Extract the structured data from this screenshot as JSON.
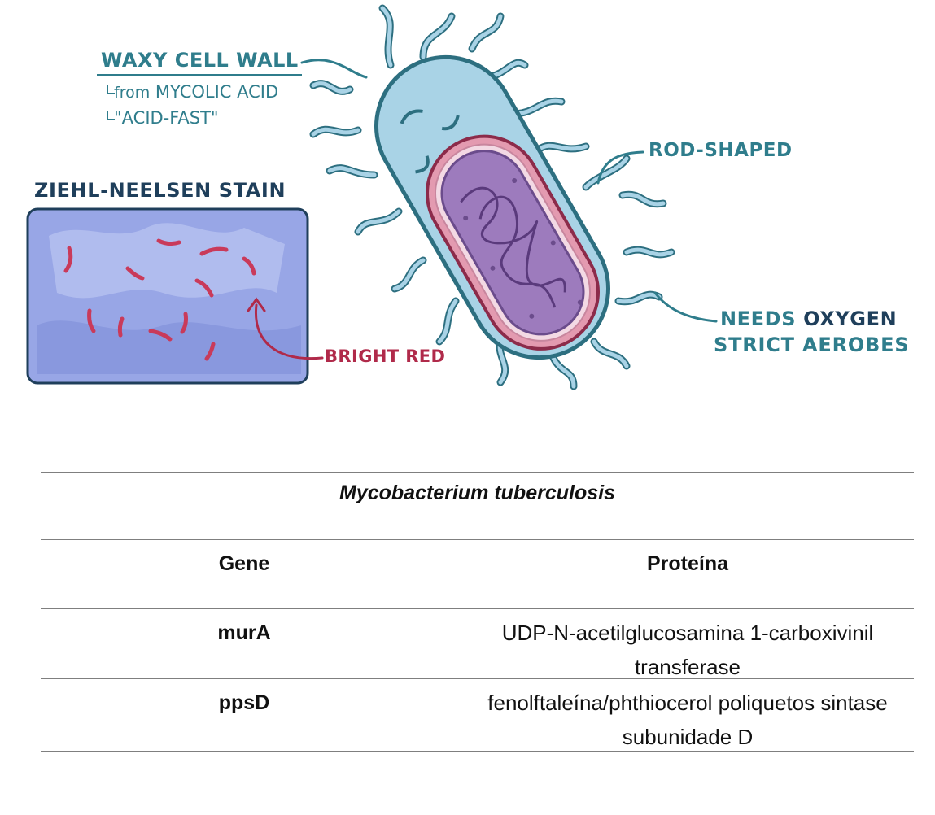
{
  "diagram": {
    "labels": {
      "waxy_cell_wall": "WAXY CELL WALL",
      "mycolic_prefix": "from",
      "mycolic": "MYCOLIC ACID",
      "acid_fast": "\"ACID-FAST\"",
      "stain_title": "ZIEHL-NEELSEN STAIN",
      "bright_red": "BRIGHT RED",
      "rod_shaped": "ROD-SHAPED",
      "needs": "NEEDS",
      "oxygen": "OXYGEN",
      "strict_aerobes": "STRICT AEROBES"
    },
    "colors": {
      "teal_label": "#2f7d8c",
      "navy_label": "#1f3f5b",
      "red_label": "#b02a4a",
      "cell_body": "#a9d3e6",
      "membrane_pink": "#e39ab0",
      "cytoplasm": "#9d7bbd",
      "stain_bg": "#98a6e6",
      "stained_rods": "#c93a5a"
    }
  },
  "table": {
    "caption": "Mycobacterium tuberculosis",
    "headers": [
      "Gene",
      "Proteína"
    ],
    "rows": [
      {
        "gene": "murA",
        "protein_line1": "UDP-N-acetilglucosamina 1-carboxivinil",
        "protein_line2": "transferase"
      },
      {
        "gene": "ppsD",
        "protein_line1": "fenolftaleína/phthiocerol poliquetos sintase",
        "protein_line2": "subunidade D"
      }
    ]
  }
}
